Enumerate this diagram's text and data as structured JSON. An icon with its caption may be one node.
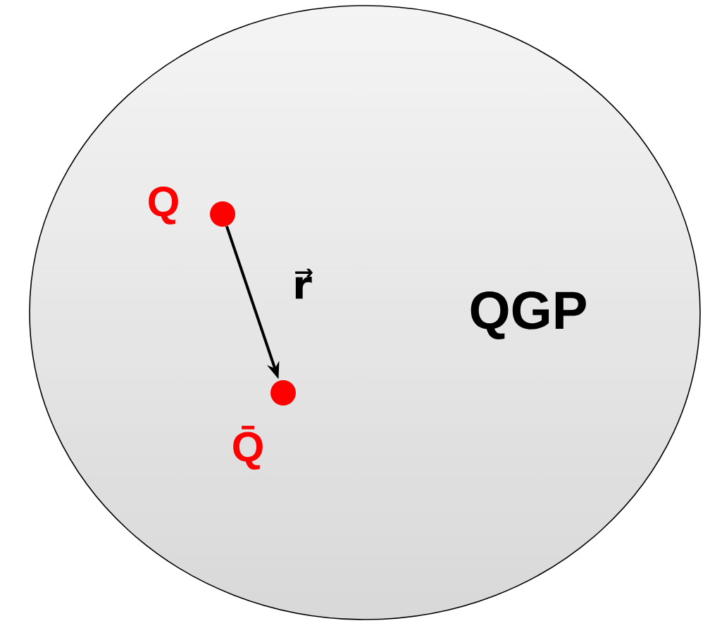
{
  "diagram": {
    "nodes": [
      {
        "text": [
          "QGP"
        ]
      },
      {
        "text": [],
        "shape": "circle",
        "in": 0,
        "beside": [
          "Q"
        ]
      },
      {
        "text": [],
        "shape": "circle",
        "in": 0,
        "beside": [
          "Q̄"
        ]
      }
    ],
    "edges": [
      {
        "from": 1,
        "to": 2,
        "arrow": "to",
        "label": "r⃗"
      }
    ]
  }
}
